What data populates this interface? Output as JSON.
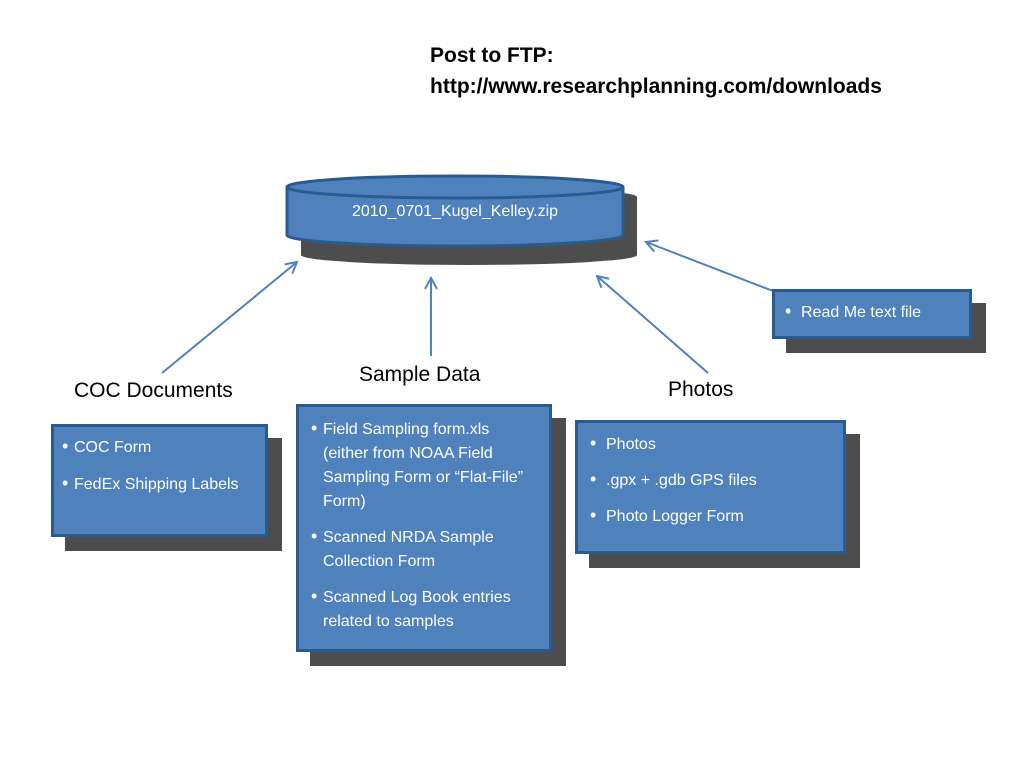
{
  "ftp": {
    "line1": "Post to FTP:",
    "line2": "http://www.researchplanning.com/downloads"
  },
  "archive": {
    "filename": "2010_0701_Kugel_Kelley.zip"
  },
  "groups": {
    "coc": {
      "title": "COC Documents",
      "items": [
        "COC Form",
        "FedEx Shipping Labels"
      ]
    },
    "sample": {
      "title": "Sample Data",
      "items": [
        "Field Sampling form.xls (either from NOAA Field Sampling Form or “Flat-File” Form)",
        "Scanned NRDA Sample Collection Form",
        "Scanned Log Book entries related to samples"
      ]
    },
    "photos": {
      "title": "Photos",
      "items": [
        "Photos",
        ".gpx + .gdb GPS files",
        "Photo Logger Form"
      ]
    },
    "readme": {
      "items": [
        "Read Me text file"
      ]
    }
  },
  "colors": {
    "box_fill": "#4f81bd",
    "box_border": "#2b5a8f",
    "shadow": "#4d4d4d",
    "arrow": "#4f81bd"
  }
}
